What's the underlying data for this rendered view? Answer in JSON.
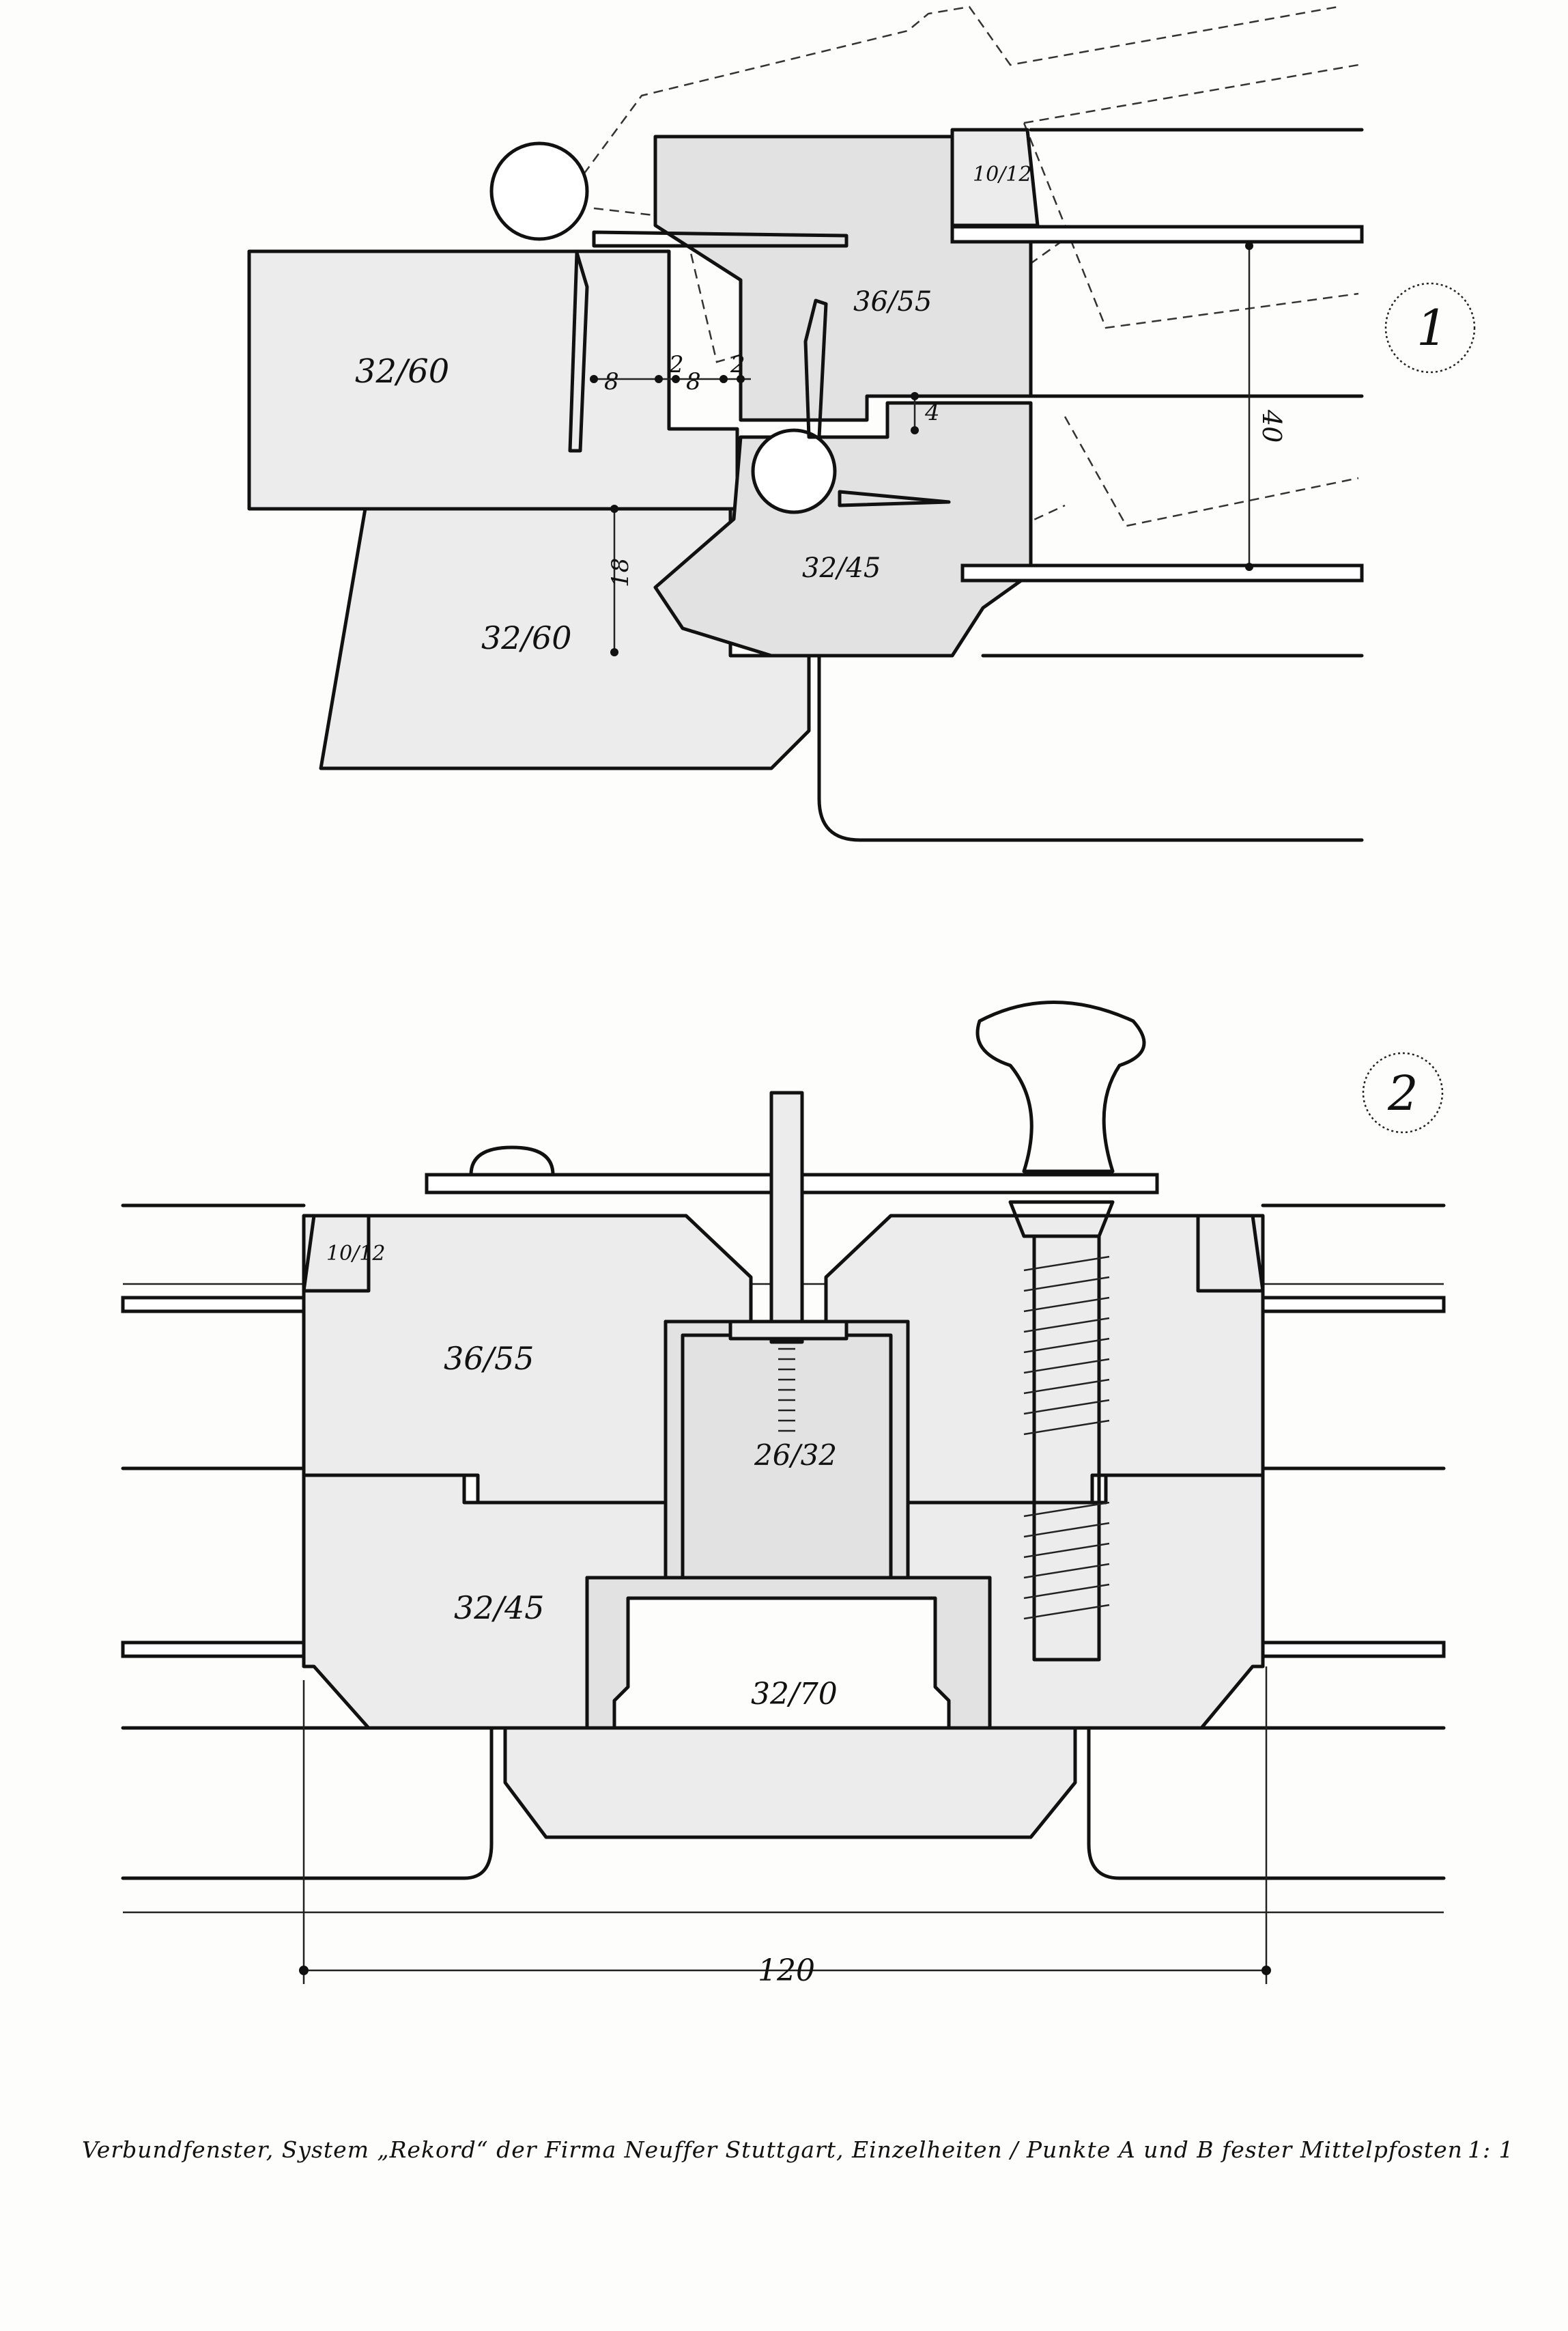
{
  "detail_1": {
    "number": "1",
    "labels": {
      "rail_upper_left": "32/60",
      "rail_lower_left": "32/60",
      "sash_top": "36/55",
      "sash_bottom": "32/45",
      "glass_bead": "10/12"
    },
    "dimensions": {
      "gap_a": "8",
      "gap_b": "2",
      "gap_c": "8",
      "gap_d": "2",
      "gap_e": "4",
      "height_18": "18",
      "height_40": "40"
    }
  },
  "detail_2": {
    "number": "2",
    "labels": {
      "sash_top": "36/55",
      "sash_bottom": "32/45",
      "mullion_core": "26/32",
      "mullion_base": "32/70",
      "glass_bead": "10/12"
    },
    "dimensions": {
      "overall_width": "120"
    }
  },
  "caption": {
    "text": "Verbundfenster, System „Rekord“ der Firma Neuffer Stuttgart, Einzelheiten / Punkte A und B fester Mittelpfosten",
    "scale": "1: 1"
  }
}
